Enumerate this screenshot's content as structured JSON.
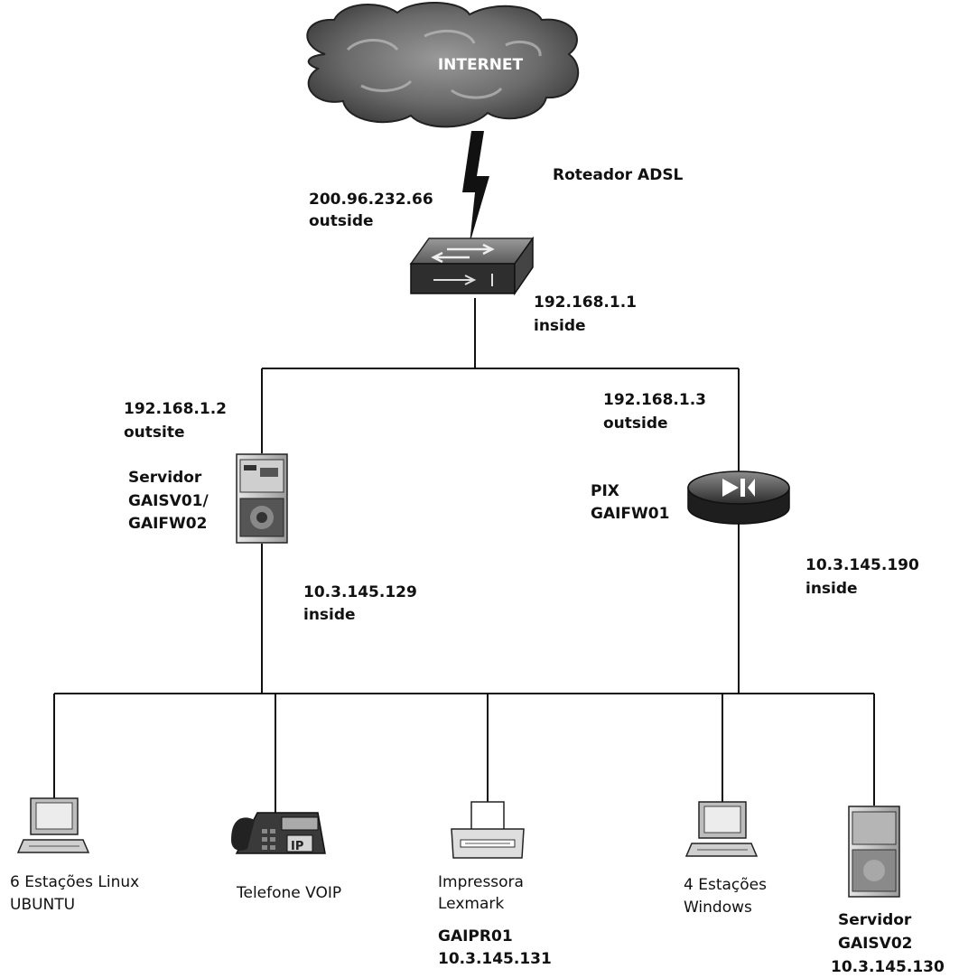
{
  "internet": {
    "label": "INTERNET"
  },
  "router": {
    "title": "Roteador ADSL",
    "outside_ip": "200.96.232.66",
    "outside_label": "outside",
    "inside_ip": "192.168.1.1",
    "inside_label": "inside"
  },
  "gaisv01": {
    "outside_ip": "192.168.1.2",
    "outside_label": "outsite",
    "name_line1": "Servidor",
    "name_line2": "GAISV01/",
    "name_line3": "GAIFW02",
    "inside_ip": "10.3.145.129",
    "inside_label": "inside"
  },
  "pix": {
    "outside_ip": "192.168.1.3",
    "outside_label": "outside",
    "name_line1": "PIX",
    "name_line2": "GAIFW01",
    "inside_ip": "10.3.145.190",
    "inside_label": "inside"
  },
  "devices": {
    "linux": {
      "line1": "6 Estações Linux",
      "line2": "UBUNTU"
    },
    "phone": {
      "line1": "Telefone VOIP"
    },
    "printer": {
      "line1": "Impressora",
      "line2": "Lexmark",
      "name": "GAIPR01",
      "ip": "10.3.145.131"
    },
    "windows": {
      "line1": "4 Estações",
      "line2": "Windows"
    },
    "server2": {
      "line1": "Servidor",
      "line2": "GAISV02",
      "ip": "10.3.145.130"
    }
  }
}
